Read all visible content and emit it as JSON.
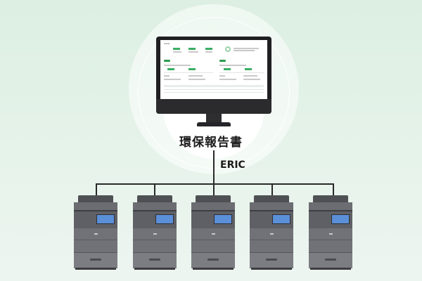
{
  "diagram": {
    "title": "環保報告書",
    "connection_label": "ERIC",
    "device_count": 5
  },
  "colors": {
    "background": "#e4f2e8",
    "accent_green": "#2d9a4e",
    "lines": "#2a2a2a",
    "printer_body": "#717278",
    "printer_screen": "#5b8fd8"
  },
  "icons": {
    "monitor": "desktop-monitor-icon",
    "printer": "multifunction-printer-icon"
  }
}
